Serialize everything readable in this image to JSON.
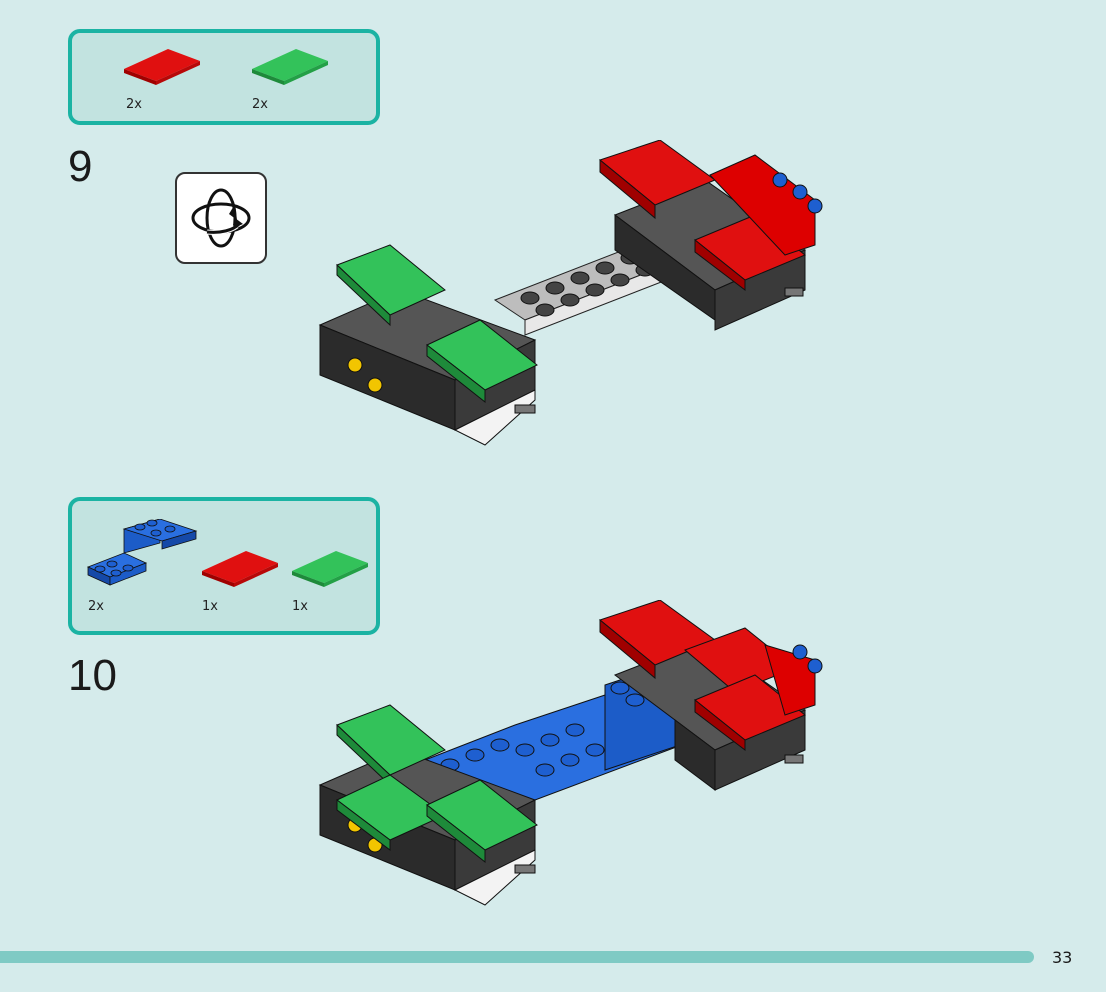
{
  "steps": [
    {
      "number": "9",
      "parts": [
        {
          "color": "#d90000",
          "qty": "2x"
        },
        {
          "color": "#2db84f",
          "qty": "2x"
        }
      ]
    },
    {
      "number": "10",
      "parts": [
        {
          "color": "#1e5fd0",
          "qty": "2x"
        },
        {
          "color": "#d90000",
          "qty": "1x"
        },
        {
          "color": "#2db84f",
          "qty": "1x"
        }
      ]
    }
  ],
  "rotate_icon": "rotate-model-icon",
  "page_number": "33",
  "colors": {
    "accent": "#1bb3a3",
    "background": "#d5ebeb",
    "footer": "#7fcac4"
  }
}
